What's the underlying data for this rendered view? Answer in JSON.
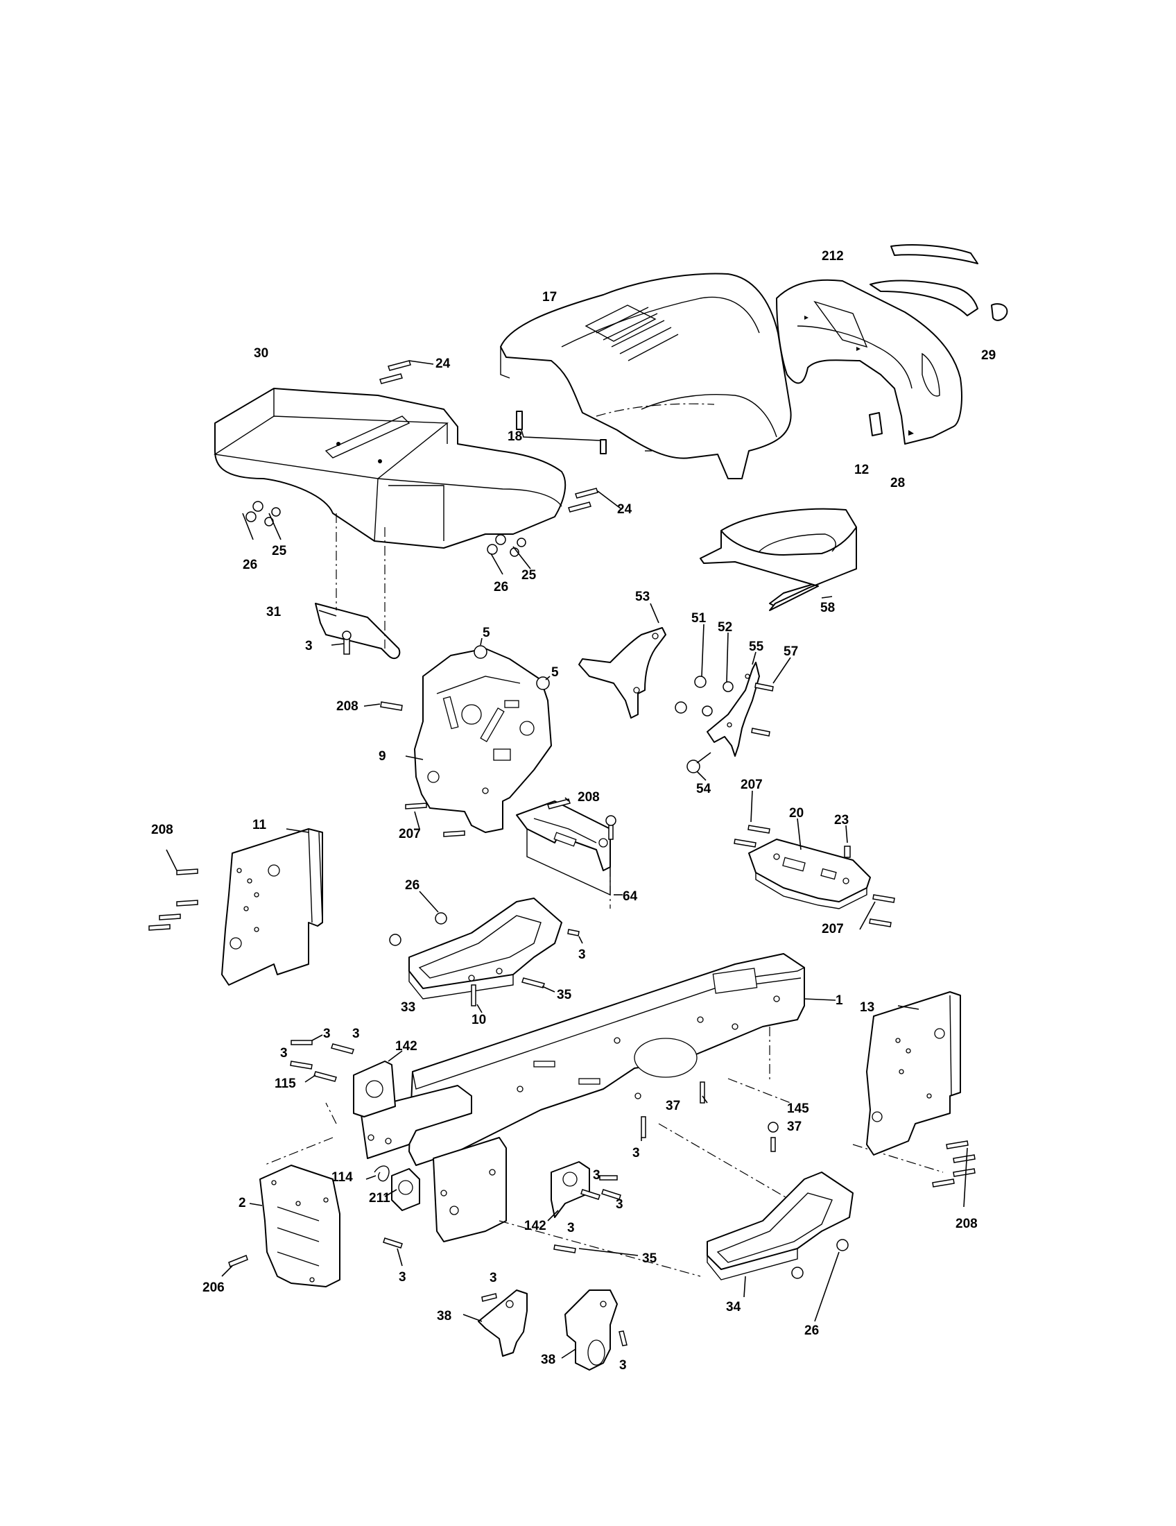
{
  "diagram": {
    "callouts": [
      {
        "id": "c17",
        "text": "17"
      },
      {
        "id": "c212",
        "text": "212"
      },
      {
        "id": "c29",
        "text": "29"
      },
      {
        "id": "c30",
        "text": "30"
      },
      {
        "id": "c24a",
        "text": "24"
      },
      {
        "id": "c18",
        "text": "18"
      },
      {
        "id": "c12",
        "text": "12"
      },
      {
        "id": "c28",
        "text": "28"
      },
      {
        "id": "c24b",
        "text": "24"
      },
      {
        "id": "c25a",
        "text": "25"
      },
      {
        "id": "c26a",
        "text": "26"
      },
      {
        "id": "c26b",
        "text": "26"
      },
      {
        "id": "c25b",
        "text": "25"
      },
      {
        "id": "c58",
        "text": "58"
      },
      {
        "id": "c31",
        "text": "31"
      },
      {
        "id": "c3a",
        "text": "3"
      },
      {
        "id": "c53",
        "text": "53"
      },
      {
        "id": "c51",
        "text": "51"
      },
      {
        "id": "c52",
        "text": "52"
      },
      {
        "id": "c55",
        "text": "55"
      },
      {
        "id": "c57",
        "text": "57"
      },
      {
        "id": "c5a",
        "text": "5"
      },
      {
        "id": "c5b",
        "text": "5"
      },
      {
        "id": "c208a",
        "text": "208"
      },
      {
        "id": "c9",
        "text": "9"
      },
      {
        "id": "c54",
        "text": "54"
      },
      {
        "id": "c207a",
        "text": "207"
      },
      {
        "id": "c208b",
        "text": "208"
      },
      {
        "id": "c20",
        "text": "20"
      },
      {
        "id": "c23",
        "text": "23"
      },
      {
        "id": "c207b",
        "text": "207"
      },
      {
        "id": "c208c",
        "text": "208"
      },
      {
        "id": "c11",
        "text": "11"
      },
      {
        "id": "c64",
        "text": "64"
      },
      {
        "id": "c207c",
        "text": "207"
      },
      {
        "id": "c26c",
        "text": "26"
      },
      {
        "id": "c3b",
        "text": "3"
      },
      {
        "id": "c35a",
        "text": "35"
      },
      {
        "id": "c33",
        "text": "33"
      },
      {
        "id": "c10",
        "text": "10"
      },
      {
        "id": "c1",
        "text": "1"
      },
      {
        "id": "c13",
        "text": "13"
      },
      {
        "id": "c3c",
        "text": "3"
      },
      {
        "id": "c3d",
        "text": "3"
      },
      {
        "id": "c3e",
        "text": "3"
      },
      {
        "id": "c142a",
        "text": "142"
      },
      {
        "id": "c115",
        "text": "115"
      },
      {
        "id": "c37a",
        "text": "37"
      },
      {
        "id": "c145",
        "text": "145"
      },
      {
        "id": "c37b",
        "text": "37"
      },
      {
        "id": "c3f",
        "text": "3"
      },
      {
        "id": "c114",
        "text": "114"
      },
      {
        "id": "c211",
        "text": "211"
      },
      {
        "id": "c2",
        "text": "2"
      },
      {
        "id": "c3g",
        "text": "3"
      },
      {
        "id": "c142b",
        "text": "142"
      },
      {
        "id": "c3h",
        "text": "3"
      },
      {
        "id": "c3i",
        "text": "3"
      },
      {
        "id": "c208d",
        "text": "208"
      },
      {
        "id": "c35b",
        "text": "35"
      },
      {
        "id": "c206",
        "text": "206"
      },
      {
        "id": "c3j",
        "text": "3"
      },
      {
        "id": "c3k",
        "text": "3"
      },
      {
        "id": "c34",
        "text": "34"
      },
      {
        "id": "c38a",
        "text": "38"
      },
      {
        "id": "c26d",
        "text": "26"
      },
      {
        "id": "c38b",
        "text": "38"
      },
      {
        "id": "c3l",
        "text": "3"
      }
    ]
  }
}
